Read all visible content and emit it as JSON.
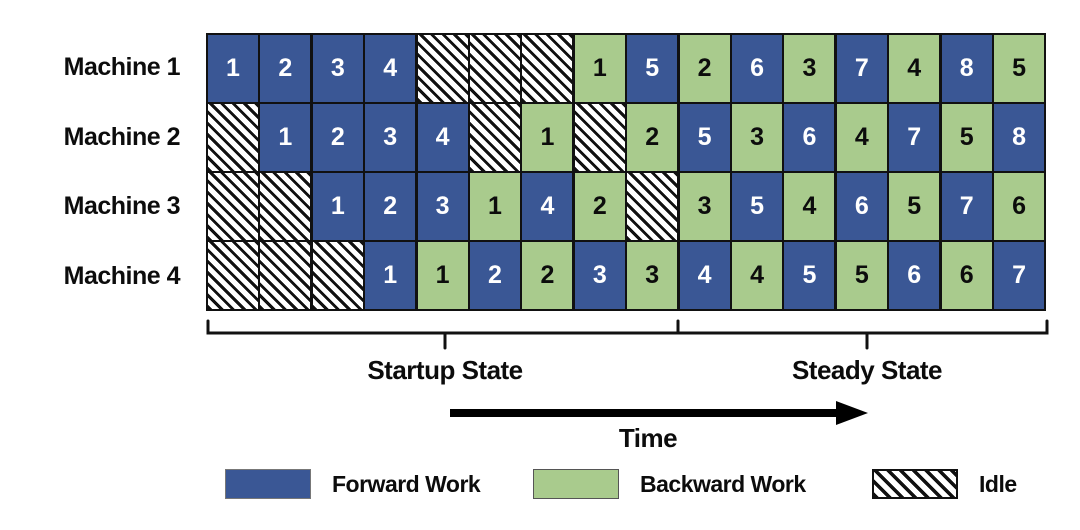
{
  "colors": {
    "forward_work": "#3A5795",
    "backward_work": "#A9CB8D",
    "idle_stripe": "#111111",
    "grid_line": "#111111"
  },
  "machines": [
    {
      "label": "Machine 1",
      "cells": [
        {
          "type": "forward",
          "value": "1"
        },
        {
          "type": "forward",
          "value": "2"
        },
        {
          "type": "forward",
          "value": "3"
        },
        {
          "type": "forward",
          "value": "4"
        },
        {
          "type": "idle"
        },
        {
          "type": "idle"
        },
        {
          "type": "idle"
        },
        {
          "type": "backward",
          "value": "1"
        },
        {
          "type": "forward",
          "value": "5"
        },
        {
          "type": "backward",
          "value": "2"
        },
        {
          "type": "forward",
          "value": "6"
        },
        {
          "type": "backward",
          "value": "3"
        },
        {
          "type": "forward",
          "value": "7"
        },
        {
          "type": "backward",
          "value": "4"
        },
        {
          "type": "forward",
          "value": "8"
        },
        {
          "type": "backward",
          "value": "5"
        }
      ]
    },
    {
      "label": "Machine 2",
      "cells": [
        {
          "type": "idle"
        },
        {
          "type": "forward",
          "value": "1"
        },
        {
          "type": "forward",
          "value": "2"
        },
        {
          "type": "forward",
          "value": "3"
        },
        {
          "type": "forward",
          "value": "4"
        },
        {
          "type": "idle"
        },
        {
          "type": "backward",
          "value": "1"
        },
        {
          "type": "idle"
        },
        {
          "type": "backward",
          "value": "2"
        },
        {
          "type": "forward",
          "value": "5"
        },
        {
          "type": "backward",
          "value": "3"
        },
        {
          "type": "forward",
          "value": "6"
        },
        {
          "type": "backward",
          "value": "4"
        },
        {
          "type": "forward",
          "value": "7"
        },
        {
          "type": "backward",
          "value": "5"
        },
        {
          "type": "forward",
          "value": "8"
        }
      ]
    },
    {
      "label": "Machine 3",
      "cells": [
        {
          "type": "idle"
        },
        {
          "type": "idle"
        },
        {
          "type": "forward",
          "value": "1"
        },
        {
          "type": "forward",
          "value": "2"
        },
        {
          "type": "forward",
          "value": "3"
        },
        {
          "type": "backward",
          "value": "1"
        },
        {
          "type": "forward",
          "value": "4"
        },
        {
          "type": "backward",
          "value": "2"
        },
        {
          "type": "idle"
        },
        {
          "type": "backward",
          "value": "3"
        },
        {
          "type": "forward",
          "value": "5"
        },
        {
          "type": "backward",
          "value": "4"
        },
        {
          "type": "forward",
          "value": "6"
        },
        {
          "type": "backward",
          "value": "5"
        },
        {
          "type": "forward",
          "value": "7"
        },
        {
          "type": "backward",
          "value": "6"
        }
      ]
    },
    {
      "label": "Machine 4",
      "cells": [
        {
          "type": "idle"
        },
        {
          "type": "idle"
        },
        {
          "type": "idle"
        },
        {
          "type": "forward",
          "value": "1"
        },
        {
          "type": "backward",
          "value": "1"
        },
        {
          "type": "forward",
          "value": "2"
        },
        {
          "type": "backward",
          "value": "2"
        },
        {
          "type": "forward",
          "value": "3"
        },
        {
          "type": "backward",
          "value": "3"
        },
        {
          "type": "forward",
          "value": "4"
        },
        {
          "type": "backward",
          "value": "4"
        },
        {
          "type": "forward",
          "value": "5"
        },
        {
          "type": "backward",
          "value": "5"
        },
        {
          "type": "forward",
          "value": "6"
        },
        {
          "type": "backward",
          "value": "6"
        },
        {
          "type": "forward",
          "value": "7"
        }
      ]
    }
  ],
  "annotations": {
    "startup_label": "Startup State",
    "steady_label": "Steady State",
    "time_label": "Time",
    "startup_columns": [
      1,
      9
    ],
    "steady_columns": [
      10,
      16
    ]
  },
  "legend": [
    {
      "type": "forward",
      "label": "Forward Work"
    },
    {
      "type": "backward",
      "label": "Backward Work"
    },
    {
      "type": "idle",
      "label": "Idle"
    }
  ]
}
